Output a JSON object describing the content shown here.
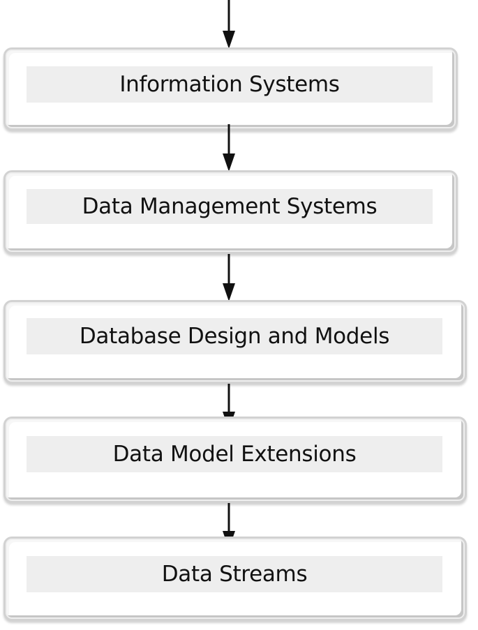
{
  "flow": {
    "steps": [
      {
        "label": "Information Systems"
      },
      {
        "label": "Data Management Systems"
      },
      {
        "label": "Database Design and Models"
      },
      {
        "label": "Data Model Extensions"
      },
      {
        "label": "Data Streams"
      }
    ]
  }
}
